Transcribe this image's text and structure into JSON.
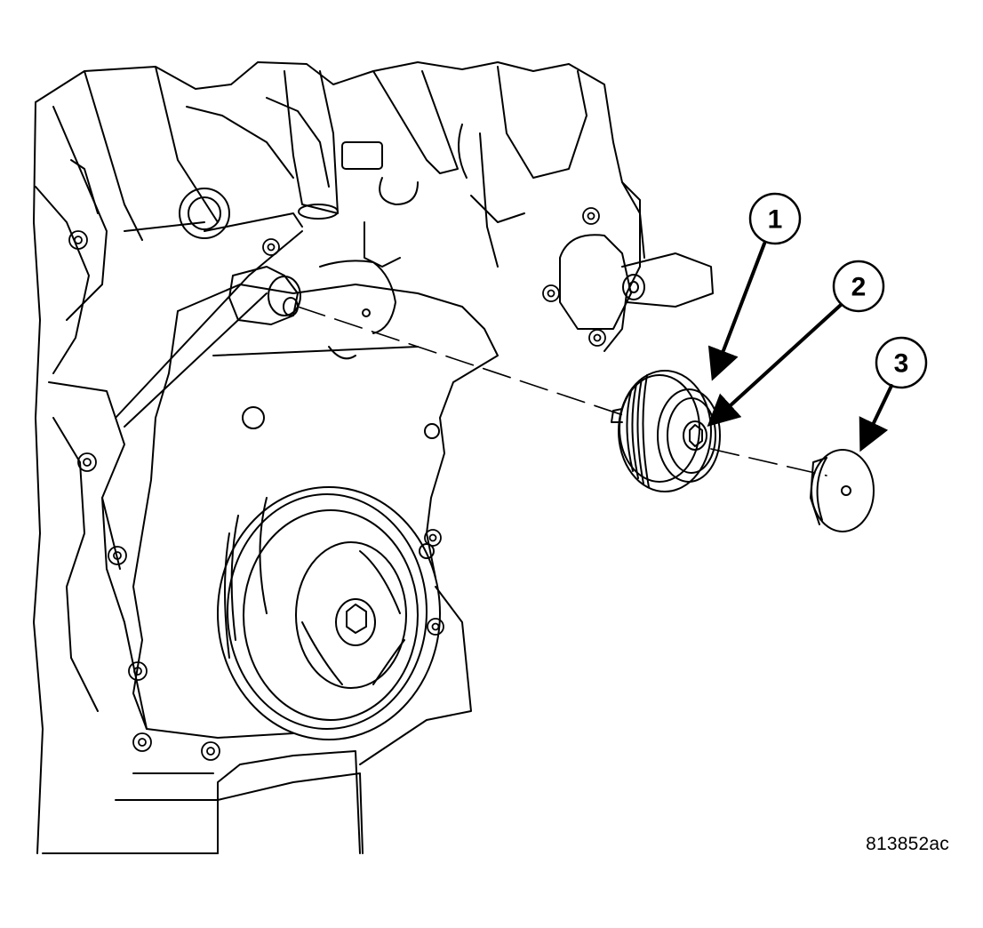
{
  "figure": {
    "id": "813852ac"
  },
  "callouts": [
    {
      "label": "1",
      "item": "idler-pulley"
    },
    {
      "label": "2",
      "item": "pulley-bolt"
    },
    {
      "label": "3",
      "item": "dust-cap"
    }
  ]
}
